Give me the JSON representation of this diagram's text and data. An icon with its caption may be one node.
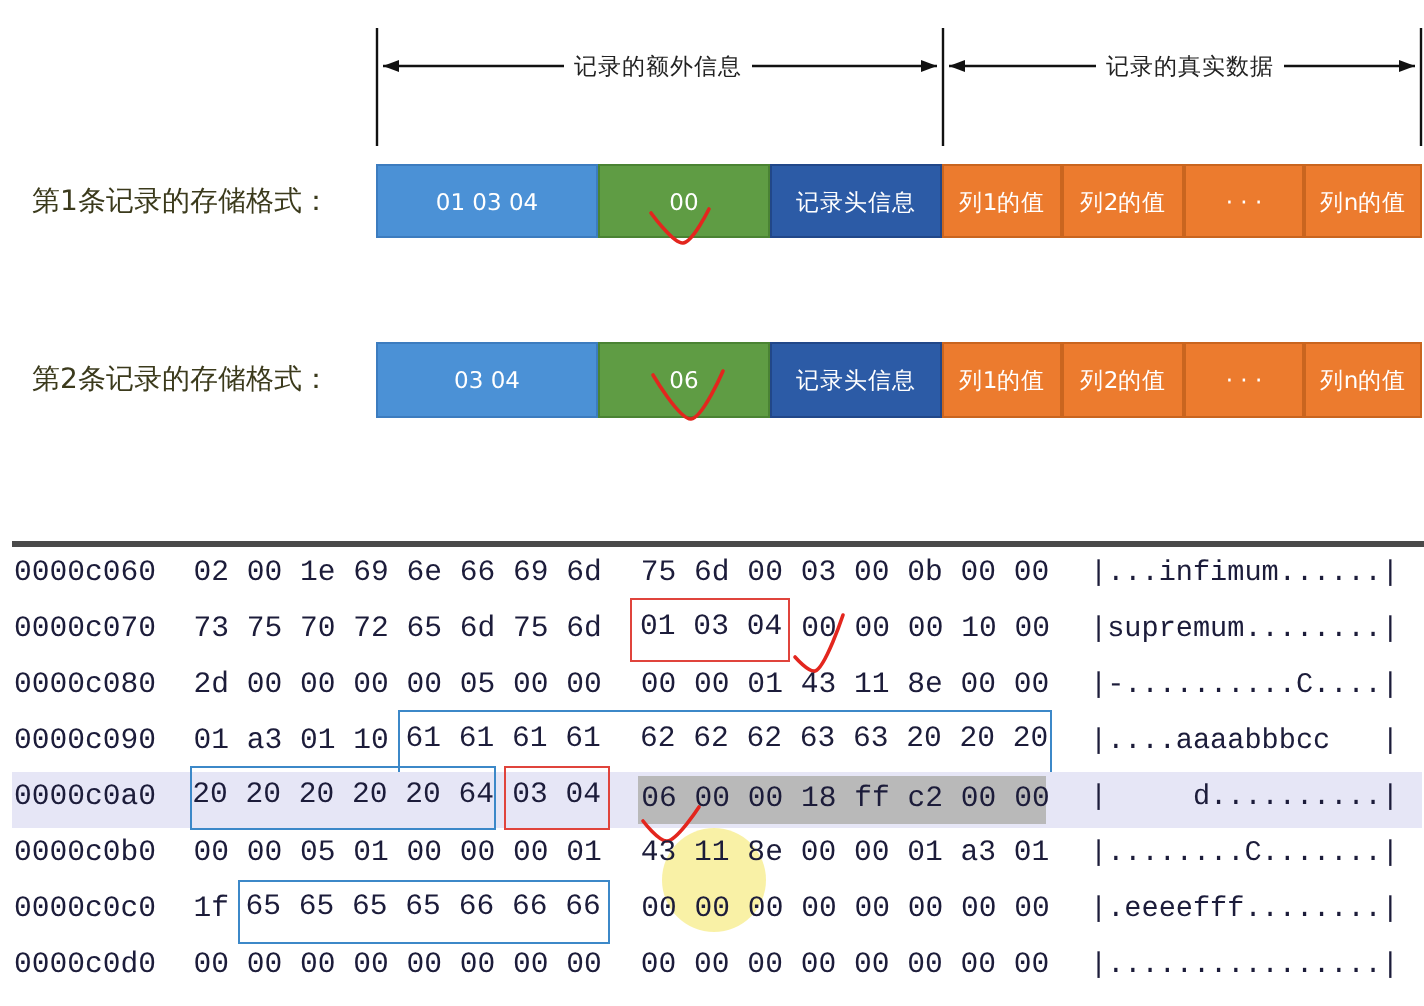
{
  "diagram": {
    "nodes": [
      {
        "text": [
          "01 03 04"
        ]
      },
      {
        "text": [
          "00"
        ]
      },
      {
        "text": [
          "记录头信息"
        ]
      },
      {
        "text": [
          "列1的值"
        ]
      },
      {
        "text": [
          "列2的值"
        ]
      },
      {
        "text": [
          "· · ·"
        ]
      },
      {
        "text": [
          "列n的值"
        ]
      },
      {
        "text": [
          "03 04"
        ]
      },
      {
        "text": [
          "06"
        ]
      },
      {
        "text": [
          "记录头信息"
        ]
      },
      {
        "text": [
          "列1的值"
        ]
      },
      {
        "text": [
          "列2的值"
        ]
      },
      {
        "text": [
          "· · ·"
        ]
      },
      {
        "text": [
          "列n的值"
        ]
      },
      {
        "text": [
          "01 03 04"
        ]
      },
      {
        "text": [
          "61 61 61 61 62 62 62 63 63 20 20 20"
        ]
      },
      {
        "text": [
          "0000c0a0",
          "|     d..........|"
        ]
      },
      {
        "text": [
          "20 20 20 20 20 64"
        ]
      },
      {
        "text": [
          "03 04"
        ]
      },
      {
        "text": [
          "06 00 00 18 ff c2 00 00"
        ],
        "in": 16
      },
      {
        "text": [
          "65 65 65 65 66 66 66"
        ]
      }
    ],
    "labels": [
      "记录的额外信息",
      "记录的真实数据",
      "第1条记录的存储格式：",
      "第2条记录的存储格式：",
      "0000c060",
      "02 00 1e 69 6e 66 69 6d 75 6d 00 03 00 0b 00 00",
      "|...infimum......|",
      "0000c070",
      "73 75 70 72 65 6d 75 6d",
      "00 00 00 10 00",
      "|supremum........|",
      "0000c080",
      "2d 00 00 00 00 05 00 00 00 00 01 43 11 8e 00 00",
      "|-..........C....|",
      "0000c090",
      "01 a3 01 10",
      "|....aaaabbbcc   |",
      "0000c0b0",
      "00 00 05 01 00 00 00 01 43 11 8e 00 00 01 a3 01",
      "|........C.......|",
      "0000c0c0",
      "1f",
      "00 00 00 00 00 00 00 00",
      "|.eeeefff........|",
      "0000c0d0",
      "00 00 00 00 00 00 00 00 00 00 00 00 00 00 00 00",
      "|................|"
    ]
  }
}
